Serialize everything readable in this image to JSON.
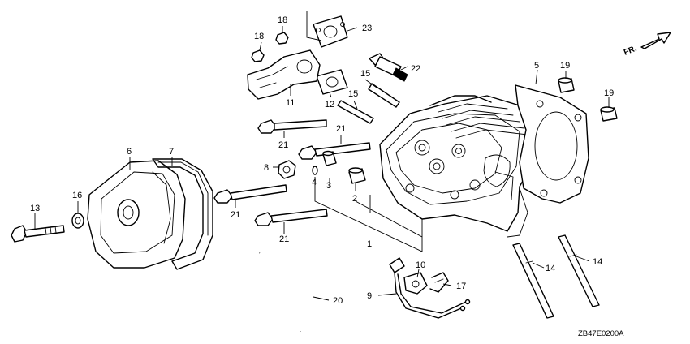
{
  "diagram_code": "ZB47E0200A",
  "direction_label": "FR.",
  "callouts": [
    "1",
    "2",
    "3",
    "4",
    "5",
    "6",
    "7",
    "8",
    "9",
    "10",
    "11",
    "12",
    "13",
    "14",
    "14",
    "15",
    "15",
    "16",
    "17",
    "18",
    "18",
    "19",
    "19",
    "20",
    "21",
    "21",
    "21",
    "21",
    "22",
    "23"
  ]
}
